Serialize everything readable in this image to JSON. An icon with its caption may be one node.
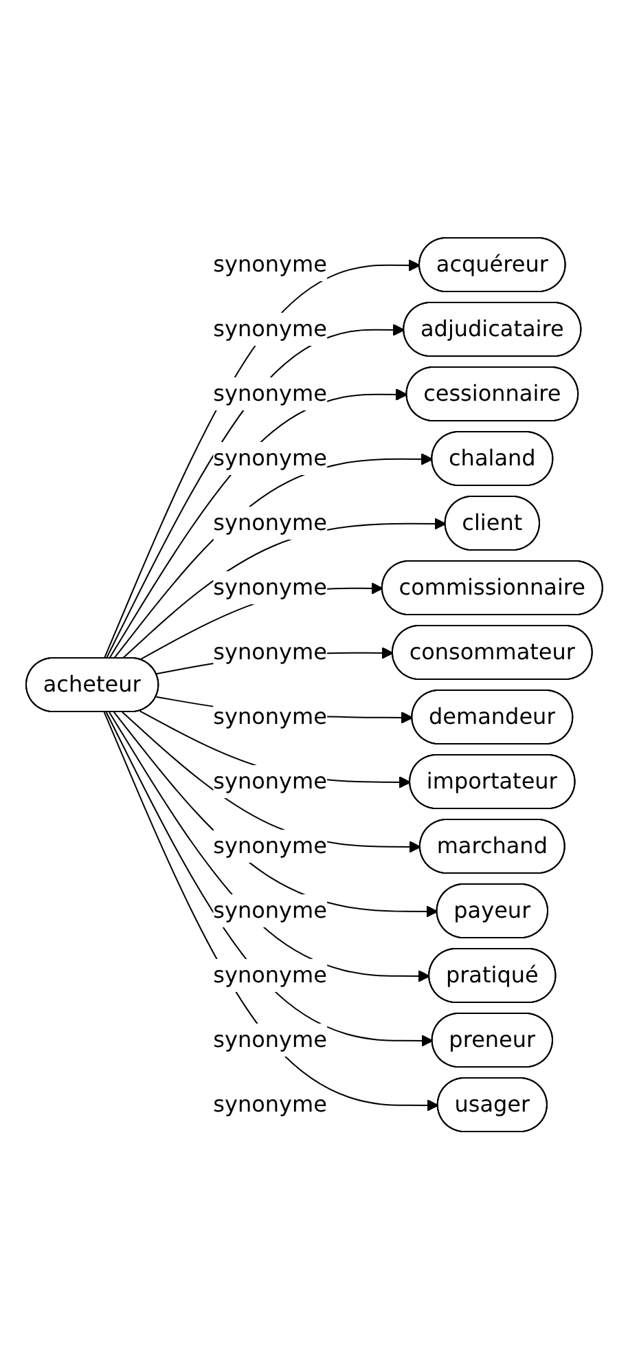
{
  "diagram": {
    "nodes": [
      {
        "text": [
          "acheteur"
        ]
      },
      {
        "text": [
          "acquéreur"
        ]
      },
      {
        "text": [
          "adjudicataire"
        ]
      },
      {
        "text": [
          "cessionnaire"
        ]
      },
      {
        "text": [
          "chaland"
        ]
      },
      {
        "text": [
          "client"
        ]
      },
      {
        "text": [
          "commissionnaire"
        ]
      },
      {
        "text": [
          "consommateur"
        ]
      },
      {
        "text": [
          "demandeur"
        ]
      },
      {
        "text": [
          "importateur"
        ]
      },
      {
        "text": [
          "marchand"
        ]
      },
      {
        "text": [
          "payeur"
        ]
      },
      {
        "text": [
          "pratiqué"
        ]
      },
      {
        "text": [
          "preneur"
        ]
      },
      {
        "text": [
          "usager"
        ]
      }
    ],
    "edges": [
      {
        "from": 0,
        "to": 1,
        "arrow": "to",
        "label": "synonyme"
      },
      {
        "from": 0,
        "to": 2,
        "arrow": "to",
        "label": "synonyme"
      },
      {
        "from": 0,
        "to": 3,
        "arrow": "to",
        "label": "synonyme"
      },
      {
        "from": 0,
        "to": 4,
        "arrow": "to",
        "label": "synonyme"
      },
      {
        "from": 0,
        "to": 5,
        "arrow": "to",
        "label": "synonyme"
      },
      {
        "from": 0,
        "to": 6,
        "arrow": "to",
        "label": "synonyme"
      },
      {
        "from": 0,
        "to": 7,
        "arrow": "to",
        "label": "synonyme"
      },
      {
        "from": 0,
        "to": 8,
        "arrow": "to",
        "label": "synonyme"
      },
      {
        "from": 0,
        "to": 9,
        "arrow": "to",
        "label": "synonyme"
      },
      {
        "from": 0,
        "to": 10,
        "arrow": "to",
        "label": "synonyme"
      },
      {
        "from": 0,
        "to": 11,
        "arrow": "to",
        "label": "synonyme"
      },
      {
        "from": 0,
        "to": 12,
        "arrow": "to",
        "label": "synonyme"
      },
      {
        "from": 0,
        "to": 13,
        "arrow": "to",
        "label": "synonyme"
      },
      {
        "from": 0,
        "to": 14,
        "arrow": "to",
        "label": "synonyme"
      }
    ]
  }
}
